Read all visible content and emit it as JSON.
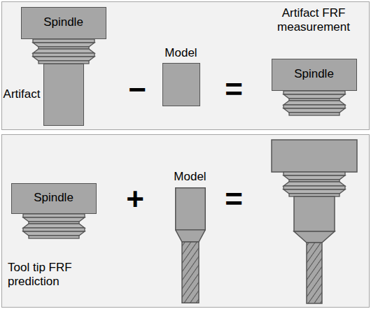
{
  "diagram": {
    "nodes": [
      {
        "text": [
          "Artifact FRF measurement"
        ]
      },
      {
        "text": [
          "Spindle"
        ],
        "in": 0
      },
      {
        "text": [
          "Artifact"
        ],
        "in": 0
      },
      {
        "text": [
          "Model"
        ],
        "in": 0
      },
      {
        "text": [
          "Spindle"
        ],
        "in": 0
      },
      {
        "text": [
          "Tool tip FRF prediction"
        ]
      },
      {
        "text": [
          "Spindle"
        ],
        "in": 5
      },
      {
        "text": [
          "Model"
        ],
        "in": 5
      }
    ],
    "labels": [
      "−",
      "=",
      "+",
      "="
    ]
  }
}
